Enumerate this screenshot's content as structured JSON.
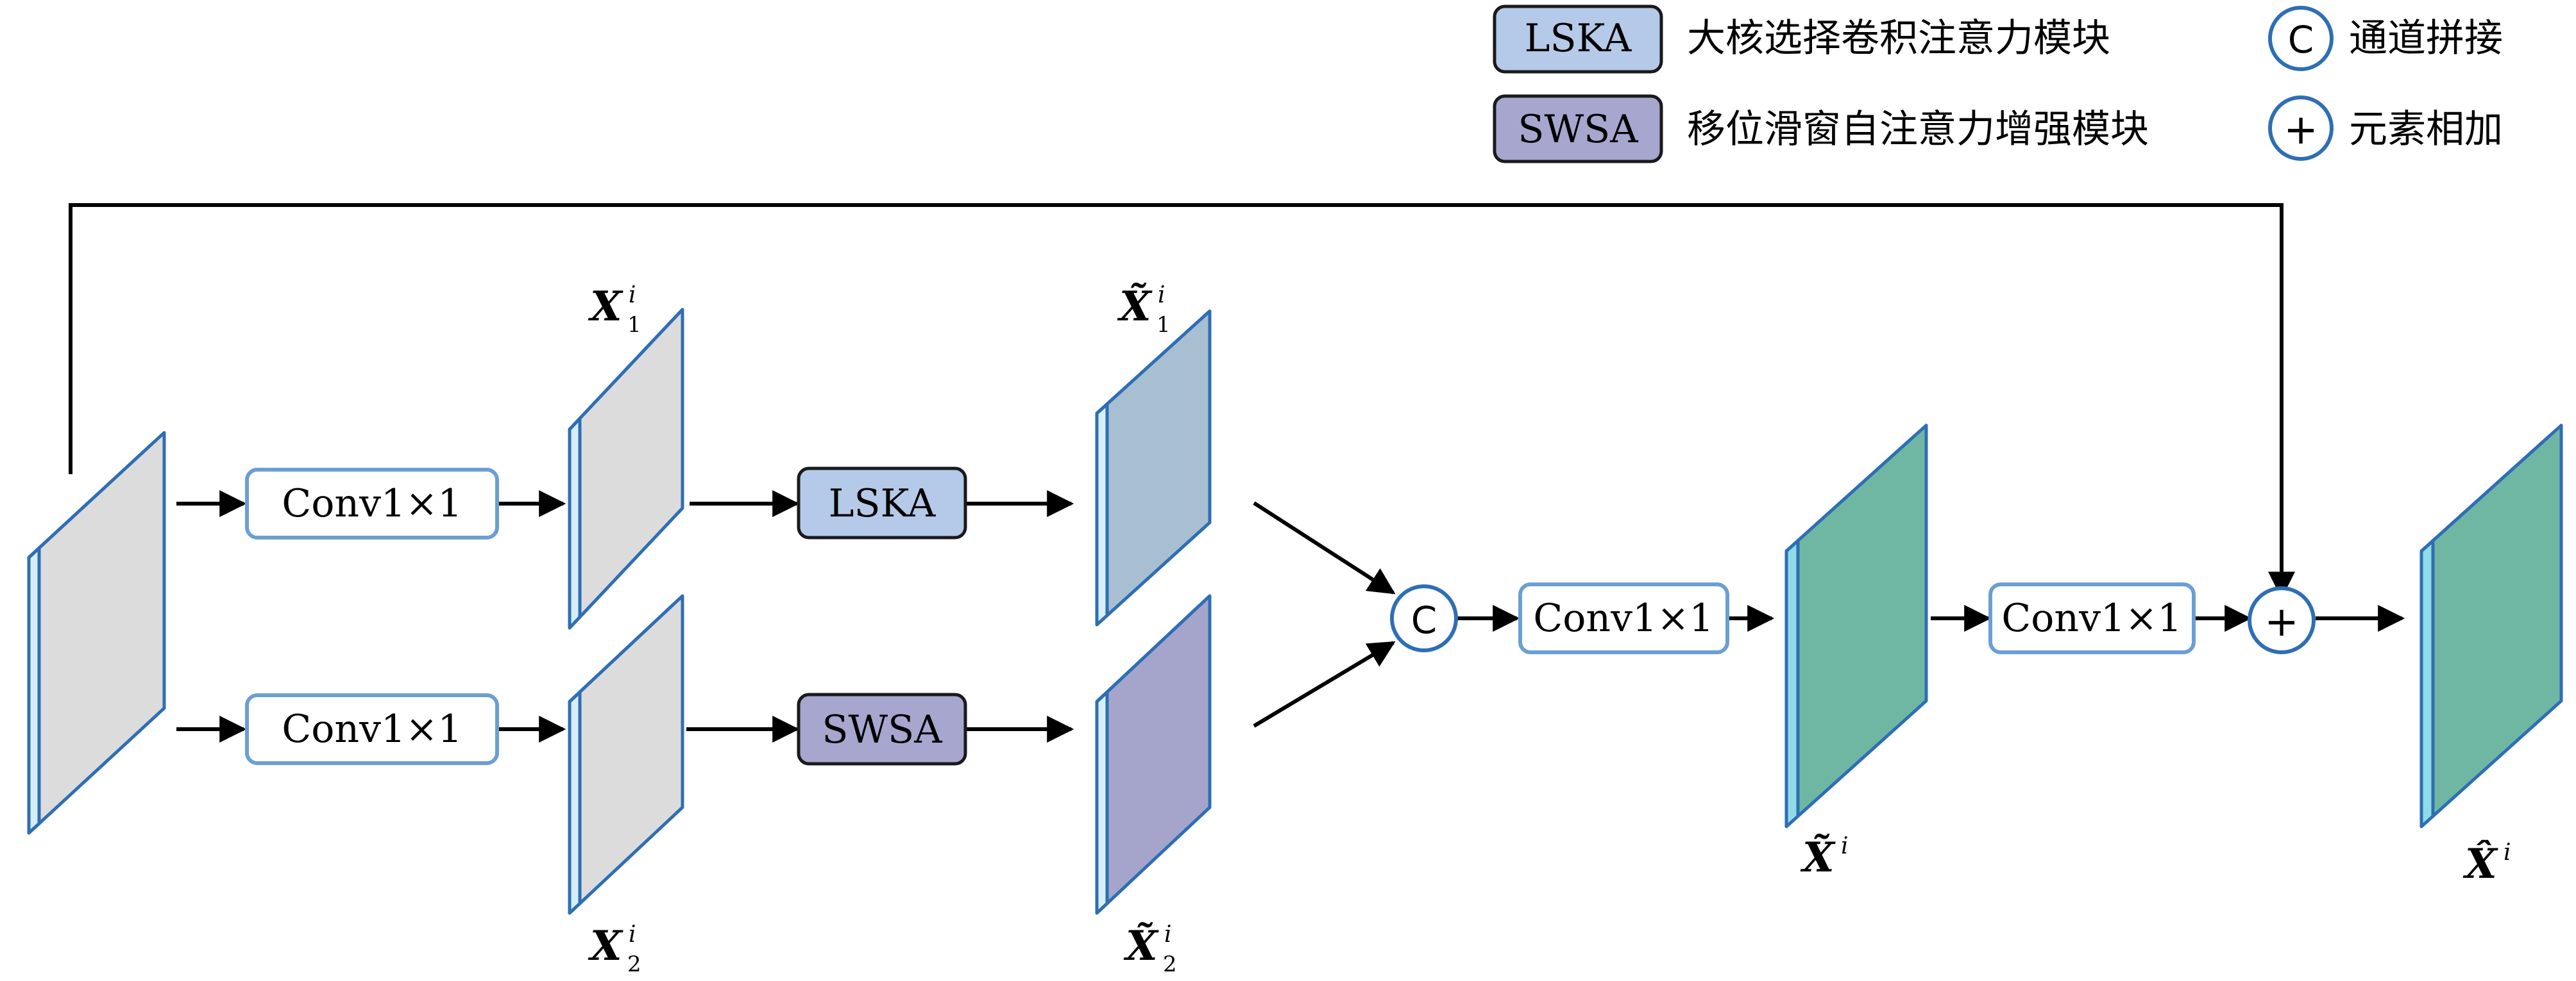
{
  "legend": {
    "lska": {
      "tag": "LSKA",
      "text": "大核选择卷积注意力模块"
    },
    "swsa": {
      "tag": "SWSA",
      "text": "移位滑窗自注意力增强模块"
    },
    "concat": {
      "symbol": "C",
      "text": "通道拼接"
    },
    "add": {
      "symbol": "+",
      "text": "元素相加"
    }
  },
  "blocks": {
    "conv_top": "Conv1×1",
    "conv_bottom": "Conv1×1",
    "lska": "LSKA",
    "swsa": "SWSA",
    "conv_after_concat": "Conv1×1",
    "conv_final": "Conv1×1"
  },
  "operators": {
    "concat": "C",
    "add": "+"
  },
  "labels": {
    "x1": {
      "base": "X",
      "sup": "i",
      "sub": "1"
    },
    "x2": {
      "base": "X",
      "sup": "i",
      "sub": "2"
    },
    "x1_tilde": {
      "base": "X̃",
      "sup": "i",
      "sub": "1"
    },
    "x2_tilde": {
      "base": "X̃",
      "sup": "i",
      "sub": "2"
    },
    "x_tilde": {
      "base": "X̃",
      "sup": "i"
    },
    "x_hat": {
      "base": "X̂",
      "sup": "i"
    }
  },
  "colors": {
    "edge_blue": "#2e6eb5",
    "frame_light": "#d6eef8",
    "gray_fill": "#dcdcdc",
    "lska_fill": "#b5c9e8",
    "swsa_fill": "#a6a6cf",
    "x1_tilde_fill": "#a8bfd1",
    "x2_tilde_fill": "#a5a5cc",
    "teal_fill": "#6fb7a3",
    "teal_frame": "#8fdbe6",
    "box_border_blue": "#6b9fd3",
    "dark_border": "#1a1a1a"
  }
}
